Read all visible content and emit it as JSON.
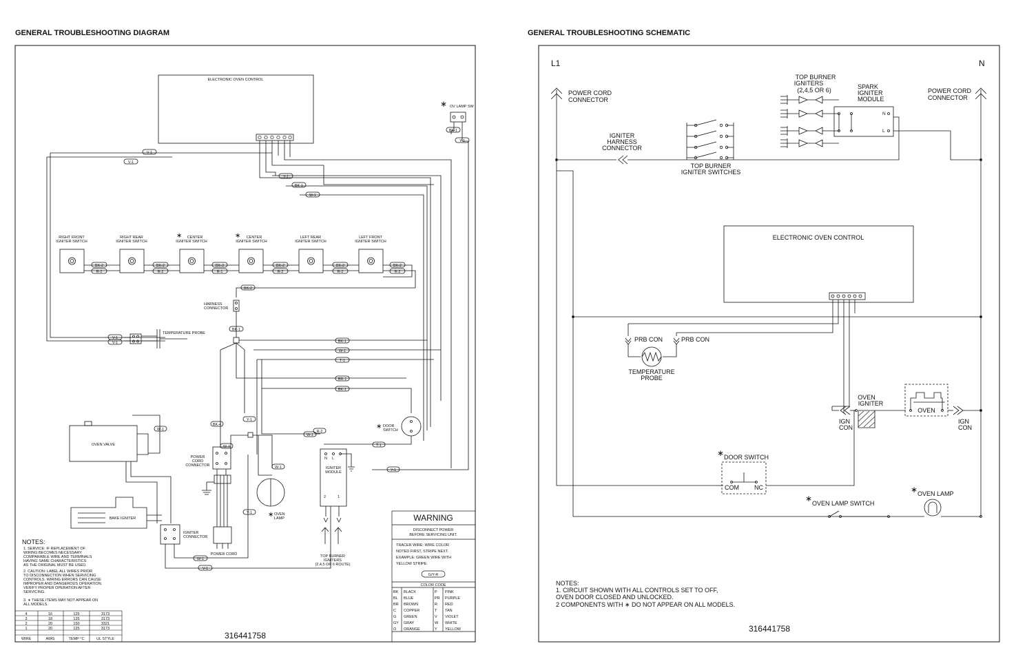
{
  "headers": {
    "left": "GENERAL TROUBLESHOOTING DIAGRAM",
    "right": "GENERAL TROUBLESHOOTING SCHEMATIC"
  },
  "diagram": {
    "eoc": "ELECTRONIC OVEN CONTROL",
    "ov_lamp_sw": "OV LAMP SW",
    "switches": [
      [
        "RIGHT FRONT",
        "IGNITER SWITCH"
      ],
      [
        "RIGHT REAR",
        "IGNITER SWITCH"
      ],
      [
        "CENTER",
        "IGNITER SWITCH"
      ],
      [
        "CENTER",
        "IGNITER SWITCH"
      ],
      [
        "LEFT REAR",
        "IGNITER SWITCH"
      ],
      [
        "LEFT FRONT",
        "IGNITER SWITCH"
      ]
    ],
    "harness": [
      "HARNESS",
      "CONNECTOR"
    ],
    "temp_probe": "TEMPERATURE PROBE",
    "oven_valve": "OVEN VALVE",
    "bake_igniter": "BAKE IGNITER",
    "power_cord_connector": [
      "POWER",
      "CORD",
      "CONNECTOR"
    ],
    "igniter_connector": [
      "IGNITER",
      "CONNECTOR"
    ],
    "power_cord": "POWER CORD",
    "oven_lamp": [
      "OVEN",
      "LAMP"
    ],
    "door_switch": [
      "DOOR",
      "SWITCH"
    ],
    "igniter_module": [
      "IGNITER",
      "MODULE"
    ],
    "top_burner_igniters": [
      "TOP BURNER",
      "IGNITERS",
      "(2,4,5 OR 6 ROUTE)"
    ],
    "wire_labels": {
      "v1": "V-1",
      "y1": "Y-1",
      "bk1": "BK-1",
      "w1": "W-1",
      "r2": "R-2",
      "bk2": "BK-2",
      "bk3": "BK-3",
      "r1": "R-1",
      "t1": "T-1",
      "br1": "BR-1",
      "bk4": "BK-4",
      "w4": "W-4",
      "r3": "R-3",
      "bk5": "BK-5",
      "bk6": "BK-6"
    },
    "notes": {
      "title": "NOTES:",
      "items": [
        "1.  SERVICE:  IF REPLACEMENT OF",
        "     WIRING BECOMES NECESSARY",
        "     COMPARABLE WIRE AND TERMINALS",
        "     HAVING SAME CHARACTERISTICS",
        "     AS THE ORIGINAL MUST BE USED.",
        "2.  CAUTION:  LABEL ALL WIRES PRIOR",
        "     TO DISCONNECTION WHEN SERVICING",
        "     CONTROLS.  WIRING ERRORS CAN CAUSE",
        "     IMPROPER AND DANGEROUS OPERATION.",
        "     VERIFY PROPER OPERATION AFTER",
        "     SERVICING.",
        "3.  ∗ THESE ITEMS MAY NOT APPEAR ON",
        "     ALL MODELS."
      ]
    },
    "wire_table": {
      "rows": [
        [
          "4",
          "16",
          "125",
          "3173"
        ],
        [
          "3",
          "18",
          "125",
          "3173"
        ],
        [
          "2",
          "20",
          "150",
          "3321"
        ],
        [
          "1",
          "20",
          "125",
          "3173"
        ]
      ],
      "header": [
        "WIRE",
        "AWG",
        "TEMP °C",
        "UL STYLE"
      ]
    },
    "warning": {
      "title": "WARNING",
      "line1": "DISCONNECT POWER",
      "line2": "BEFORE SERVICING UNIT.",
      "tracer": [
        "TRACER WIRE:  WIRE COLOR",
        "NOTED FIRST, STRIPE NEXT.",
        "EXAMPLE:  GREEN WIRE WITH",
        "YELLOW STRIPE."
      ],
      "example": "G/Y-R",
      "color_code": "COLOR CODE",
      "colors": [
        [
          "BK",
          "BLACK",
          "P",
          "PINK"
        ],
        [
          "BL",
          "BLUE",
          "PR",
          "PURPLE"
        ],
        [
          "BR",
          "BROWN",
          "R",
          "RED"
        ],
        [
          "C",
          "COPPER",
          "T",
          "TAN"
        ],
        [
          "G",
          "GREEN",
          "V",
          "VIOLET"
        ],
        [
          "GY",
          "GRAY",
          "W",
          "WHITE"
        ],
        [
          "O",
          "ORANGE",
          "Y",
          "YELLOW"
        ]
      ]
    },
    "part_number": "316441758"
  },
  "schematic": {
    "l1": "L1",
    "n": "N",
    "power_cord_connector": [
      "POWER CORD",
      "CONNECTOR"
    ],
    "igniter_harness": [
      "IGNITER",
      "HARNESS",
      "CONNECTOR"
    ],
    "top_burner_switches": [
      "TOP BURNER",
      "IGNITER SWITCHES"
    ],
    "top_burner_igniters": [
      "TOP BURNER",
      "IGNITERS",
      "(2,4,5 OR 6)"
    ],
    "spark_module": [
      "SPARK",
      "IGNITER",
      "MODULE"
    ],
    "module_n": "N",
    "module_l": "L",
    "eoc": "ELECTRONIC OVEN CONTROL",
    "prb_con": "PRB CON",
    "temp_probe": [
      "TEMPERATURE",
      "PROBE"
    ],
    "oven_igniter": [
      "OVEN",
      "IGNITER"
    ],
    "ign_con": [
      "IGN",
      "CON"
    ],
    "oven": "OVEN",
    "door_switch": "DOOR SWITCH",
    "com": "COM",
    "nc": "NC",
    "oven_lamp_switch": "OVEN LAMP SWITCH",
    "oven_lamp": "OVEN LAMP",
    "notes": [
      "NOTES:",
      "  1. CIRCUIT SHOWN WITH ALL CONTROLS SET TO OFF,",
      "     OVEN DOOR CLOSED AND UNLOCKED.",
      "  2  COMPONENTS WITH ∗ DO NOT APPEAR ON ALL MODELS."
    ],
    "part_number": "316441758"
  }
}
